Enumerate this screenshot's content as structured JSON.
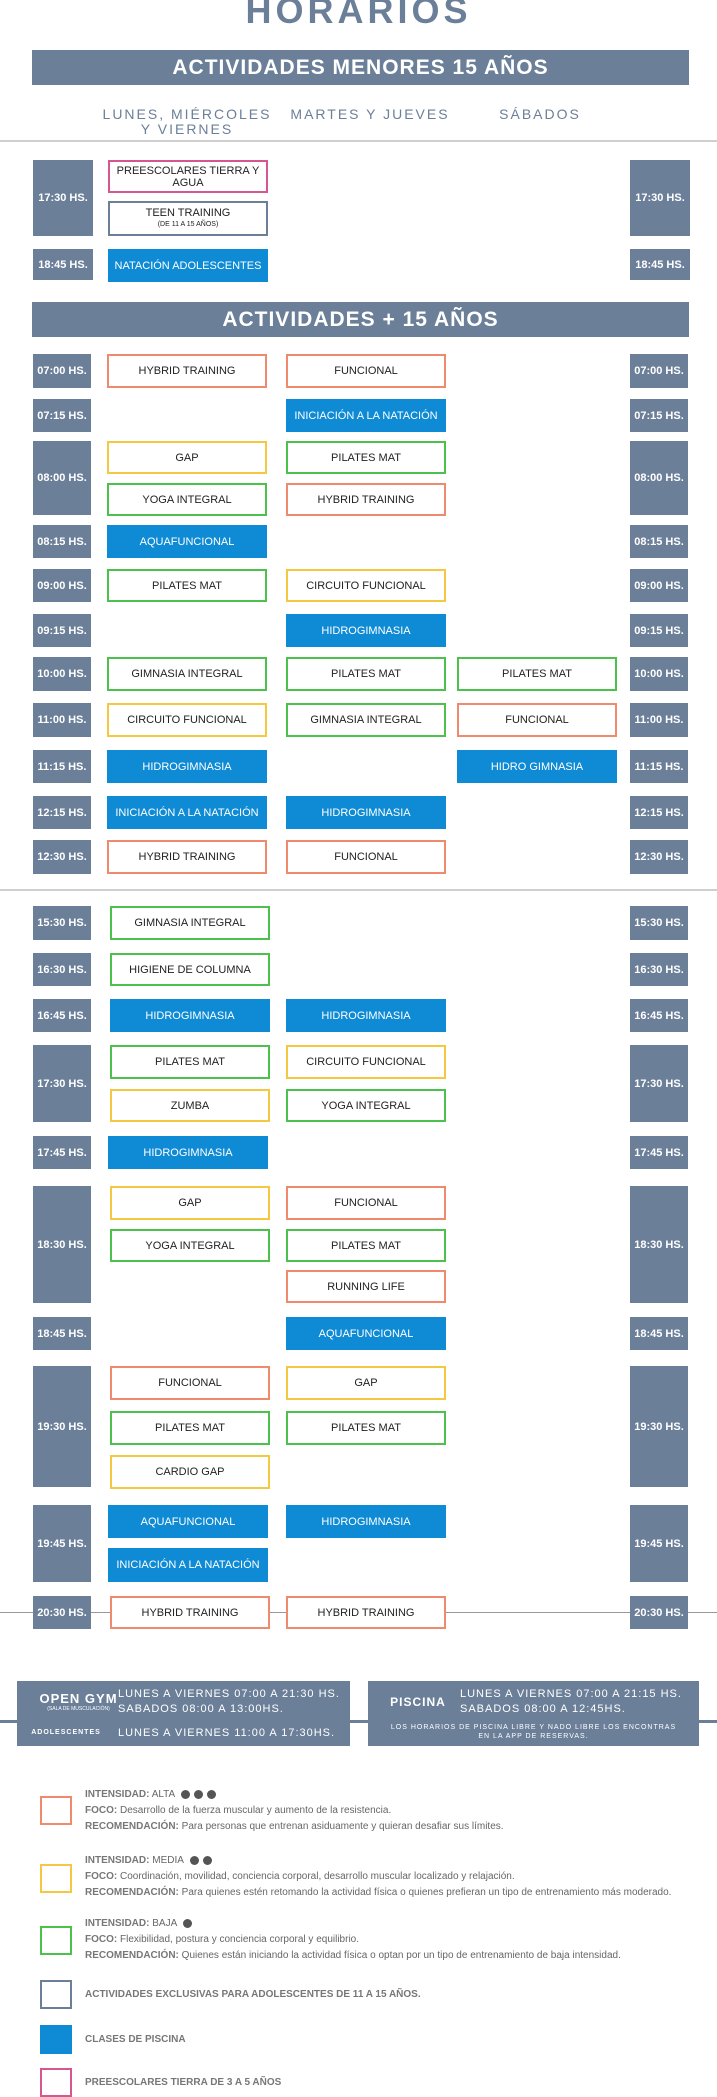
{
  "title": "HORARIOS",
  "section_minors": "ACTIVIDADES MENORES 15 AÑOS",
  "section_adults": "ACTIVIDADES + 15 AÑOS",
  "columns": [
    "LUNES, MIÉRCOLES Y VIERNES",
    "MARTES Y JUEVES",
    "SÁBADOS"
  ],
  "minors": [
    {
      "time": "17:30 HS.",
      "activities": [
        "PREESCOLARES TIERRA Y AGUA",
        "TEEN TRAINING"
      ],
      "teen_note": "(DE 11 A 15 AÑOS)"
    },
    {
      "time": "18:45 HS.",
      "activities": [
        "NATACIÓN ADOLESCENTES"
      ]
    }
  ],
  "morning": [
    {
      "time": "07:00 HS.",
      "lmv": [
        "HYBRID TRAINING"
      ],
      "mj": [
        "FUNCIONAL"
      ],
      "sab": []
    },
    {
      "time": "07:15 HS.",
      "lmv": [],
      "mj": [
        "INICIACIÓN A LA NATACIÓN"
      ],
      "sab": []
    },
    {
      "time": "08:00 HS.",
      "lmv": [
        "GAP",
        "YOGA INTEGRAL"
      ],
      "mj": [
        "PILATES MAT",
        "HYBRID TRAINING"
      ],
      "sab": []
    },
    {
      "time": "08:15 HS.",
      "lmv": [
        "AQUAFUNCIONAL"
      ],
      "mj": [],
      "sab": []
    },
    {
      "time": "09:00 HS.",
      "lmv": [
        "PILATES MAT"
      ],
      "mj": [
        "CIRCUITO FUNCIONAL"
      ],
      "sab": []
    },
    {
      "time": "09:15 HS.",
      "lmv": [],
      "mj": [
        "HIDROGIMNASIA"
      ],
      "sab": []
    },
    {
      "time": "10:00 HS.",
      "lmv": [
        "GIMNASIA INTEGRAL"
      ],
      "mj": [
        "PILATES MAT"
      ],
      "sab": [
        "PILATES MAT"
      ]
    },
    {
      "time": "11:00 HS.",
      "lmv": [
        "CIRCUITO FUNCIONAL"
      ],
      "mj": [
        "GIMNASIA INTEGRAL"
      ],
      "sab": [
        "FUNCIONAL"
      ]
    },
    {
      "time": "11:15 HS.",
      "lmv": [
        "HIDROGIMNASIA"
      ],
      "mj": [],
      "sab": [
        "HIDRO GIMNASIA"
      ]
    },
    {
      "time": "12:15 HS.",
      "lmv": [
        "INICIACIÓN A LA NATACIÓN"
      ],
      "mj": [
        "HIDROGIMNASIA"
      ],
      "sab": []
    },
    {
      "time": "12:30 HS.",
      "lmv": [
        "HYBRID TRAINING"
      ],
      "mj": [
        "FUNCIONAL"
      ],
      "sab": []
    }
  ],
  "afternoon": [
    {
      "time": "15:30 HS.",
      "lmv": [
        "GIMNASIA INTEGRAL"
      ],
      "mj": []
    },
    {
      "time": "16:30 HS.",
      "lmv": [
        "HIGIENE DE COLUMNA"
      ],
      "mj": []
    },
    {
      "time": "16:45 HS.",
      "lmv": [
        "HIDROGIMNASIA"
      ],
      "mj": [
        "HIDROGIMNASIA"
      ]
    },
    {
      "time": "17:30 HS.",
      "lmv": [
        "PILATES MAT",
        "ZUMBA"
      ],
      "mj": [
        "CIRCUITO FUNCIONAL",
        "YOGA INTEGRAL"
      ]
    },
    {
      "time": "17:45 HS.",
      "lmv": [
        "HIDROGIMNASIA"
      ],
      "mj": []
    },
    {
      "time": "18:30 HS.",
      "lmv": [
        "GAP",
        "YOGA INTEGRAL"
      ],
      "mj": [
        "FUNCIONAL",
        "PILATES MAT",
        "RUNNING LIFE"
      ]
    },
    {
      "time": "18:45 HS.",
      "lmv": [],
      "mj": [
        "AQUAFUNCIONAL"
      ]
    },
    {
      "time": "19:30 HS.",
      "lmv": [
        "FUNCIONAL",
        "PILATES MAT",
        "CARDIO GAP"
      ],
      "mj": [
        "GAP",
        "PILATES MAT"
      ]
    },
    {
      "time": "19:45 HS.",
      "lmv": [
        "AQUAFUNCIONAL",
        "INICIACIÓN A LA NATACIÓN"
      ],
      "mj": [
        "HIDROGIMNASIA"
      ]
    },
    {
      "time": "20:30 HS.",
      "lmv": [
        "HYBRID TRAINING"
      ],
      "mj": [
        "HYBRID TRAINING"
      ]
    }
  ],
  "info": {
    "open_gym_label": "OPEN GYM",
    "open_gym_sub": "(SALA DE MUSCULACIÓN)",
    "open_gym_line1": "LUNES A VIERNES 07:00 A 21:30 HS.",
    "open_gym_line2": "SABADOS 08:00 A 13:00HS.",
    "teen_label": "ADOLESCENTES",
    "teen_text": "LUNES A VIERNES 11:00 A 17:30HS.",
    "pool_label": "PISCINA",
    "pool_line1": "LUNES A VIERNES 07:00 A 21:15 HS.",
    "pool_line2": "SABADOS 08:00 A 12:45HS.",
    "pool_note1": "LOS HORARIOS DE PISCINA LIBRE Y NADO LIBRE LOS ENCONTRAS",
    "pool_note2": "EN LA APP DE RESERVAS."
  },
  "legend": {
    "alta_label": "INTENSIDAD:",
    "alta_value": "ALTA",
    "alta_foco_k": "FOCO:",
    "alta_foco": "Desarrollo de la fuerza muscular y aumento de la resistencia.",
    "alta_rec_k": "RECOMENDACIÓN:",
    "alta_rec": "Para personas que entrenan asiduamente y quieran desafiar sus límites.",
    "media_label": "INTENSIDAD:",
    "media_value": "MEDIA",
    "media_foco_k": "FOCO:",
    "media_foco": "Coordinación, movilidad, conciencia corporal, desarrollo muscular localizado y relajación.",
    "media_rec_k": "RECOMENDACIÓN:",
    "media_rec": "Para quienes estén retomando la actividad física o quienes prefieran un tipo de entrenamiento más moderado.",
    "baja_label": "INTENSIDAD:",
    "baja_value": "BAJA",
    "baja_foco_k": "FOCO:",
    "baja_foco": "Flexibilidad, postura y conciencia corporal y equilibrio.",
    "baja_rec_k": "RECOMENDACIÓN:",
    "baja_rec": "Quienes están iniciando la actividad física o optan por un tipo de entrenamiento de baja intensidad.",
    "teen": "ACTIVIDADES EXCLUSIVAS PARA ADOLESCENTES DE 11 A 15 AÑOS.",
    "pool": "CLASES DE PISCINA",
    "pre": "PREESCOLARES TIERRA DE 3 A 5 AÑOS"
  },
  "colors": {
    "slate": "#6b7f99",
    "pool": "#0f8bd5",
    "alta": "#f08a6c",
    "media": "#f5c842",
    "baja": "#4cc24c",
    "pre": "#d4588f"
  }
}
